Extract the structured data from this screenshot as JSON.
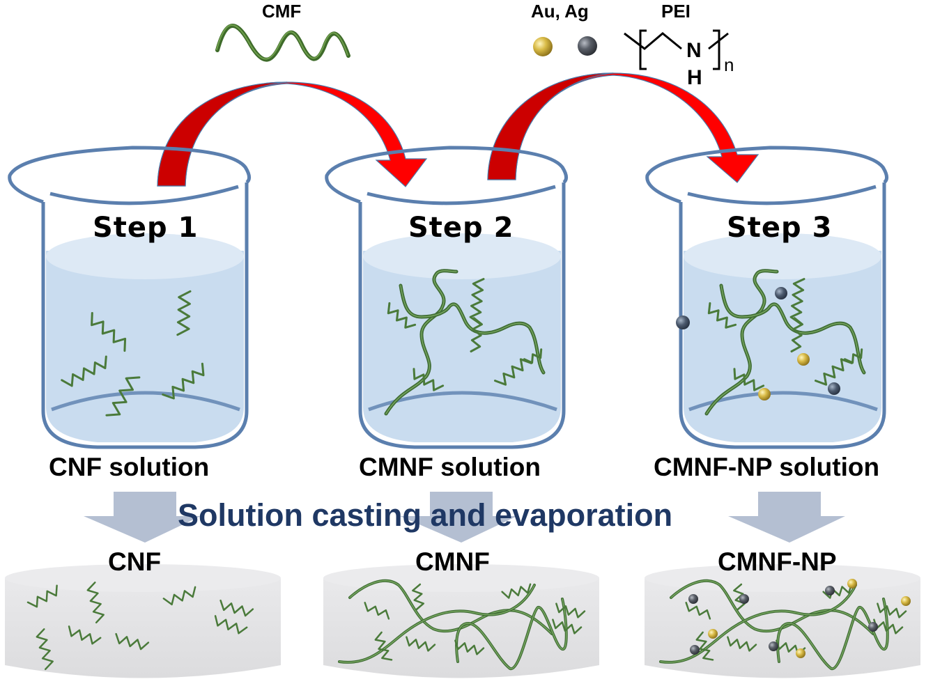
{
  "title": "CMNF-NP film fabrication scheme",
  "colors": {
    "beaker_outline": "#5b7fae",
    "water": "#c9dcef",
    "water_surface": "#dde9f5",
    "fiber": "#4a7a3a",
    "arrow_red": "#ff0000",
    "arrow_dark_red": "#cc0000",
    "down_arrow": "#b4bfd2",
    "banner_text": "#1f3864",
    "film": "#e3e3e5",
    "gold_np": "#d4b84a",
    "silver_np": "#555a63"
  },
  "reagents": {
    "cmf_label": "CMF",
    "np_label": "Au, Ag",
    "gold_particle": "Au",
    "silver_particle": "Ag",
    "pei_label": "PEI",
    "pei_structure": {
      "n_atom": "N",
      "h_atom": "H",
      "repeat_subscript": "n"
    }
  },
  "steps": [
    {
      "label": "Step  1",
      "solution": "CNF solution",
      "film": "CNF"
    },
    {
      "label": "Step  2",
      "solution": "CMNF solution",
      "film": "CMNF"
    },
    {
      "label": "Step  3",
      "solution": "CMNF-NP solution",
      "film": "CMNF-NP"
    }
  ],
  "process_banner": "Solution casting and evaporation"
}
